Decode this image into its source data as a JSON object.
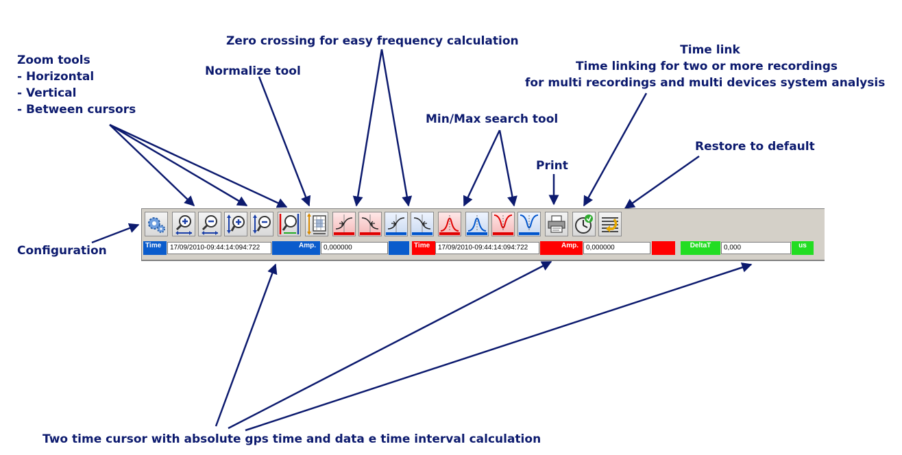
{
  "annotations": {
    "zoom_tools": {
      "title": "Zoom tools",
      "items": [
        "- Horizontal",
        "- Vertical",
        "- Between cursors"
      ]
    },
    "normalize": "Normalize tool",
    "zero_crossing": "Zero crossing for easy frequency calculation",
    "time_link": {
      "title": "Time link",
      "line1": "Time linking for two or more recordings",
      "line2": "for multi recordings and multi devices system analysis"
    },
    "minmax": "Min/Max search tool",
    "print": "Print",
    "restore": "Restore to default",
    "configuration": "Configuration",
    "cursors": "Two time cursor with absolute gps time and data e time interval calculation"
  },
  "toolbar": {
    "buttons": [
      {
        "icon": "gear-icon"
      },
      {
        "icon": "zoom-in-horizontal-icon"
      },
      {
        "icon": "zoom-out-horizontal-icon"
      },
      {
        "icon": "zoom-in-vertical-icon"
      },
      {
        "icon": "zoom-out-vertical-icon"
      },
      {
        "icon": "zoom-between-cursors-icon"
      },
      {
        "icon": "normalize-icon"
      },
      {
        "icon": "zero-crossing-rising-red-icon",
        "accent": "#e00000"
      },
      {
        "icon": "zero-crossing-falling-red-icon",
        "accent": "#e00000"
      },
      {
        "icon": "zero-crossing-rising-blue-icon",
        "accent": "#0055cc"
      },
      {
        "icon": "zero-crossing-falling-blue-icon",
        "accent": "#0055cc"
      },
      {
        "icon": "max-search-red-icon",
        "accent": "#e00000"
      },
      {
        "icon": "max-search-blue-icon",
        "accent": "#0055cc"
      },
      {
        "icon": "min-search-red-icon",
        "accent": "#e00000"
      },
      {
        "icon": "min-search-blue-icon",
        "accent": "#0055cc"
      },
      {
        "icon": "printer-icon"
      },
      {
        "icon": "time-link-clock-icon"
      },
      {
        "icon": "restore-default-icon"
      }
    ]
  },
  "status": {
    "cursor1": {
      "time_label": "Time",
      "time_value": "17/09/2010-09:44:14:094:722",
      "amp_label": "Amp.",
      "amp_value": "0,000000",
      "color": "#0a5ccc"
    },
    "cursor2": {
      "time_label": "Time",
      "time_value": "17/09/2010-09:44:14:094:722",
      "amp_label": "Amp.",
      "amp_value": "0,000000",
      "color": "#ff0000"
    },
    "delta": {
      "label": "DeltaT",
      "value": "0,000",
      "unit": "us",
      "color": "#22dd22"
    }
  },
  "colors": {
    "annotation": "#0c1a6e",
    "toolbar_bg": "#d4d0c8"
  }
}
